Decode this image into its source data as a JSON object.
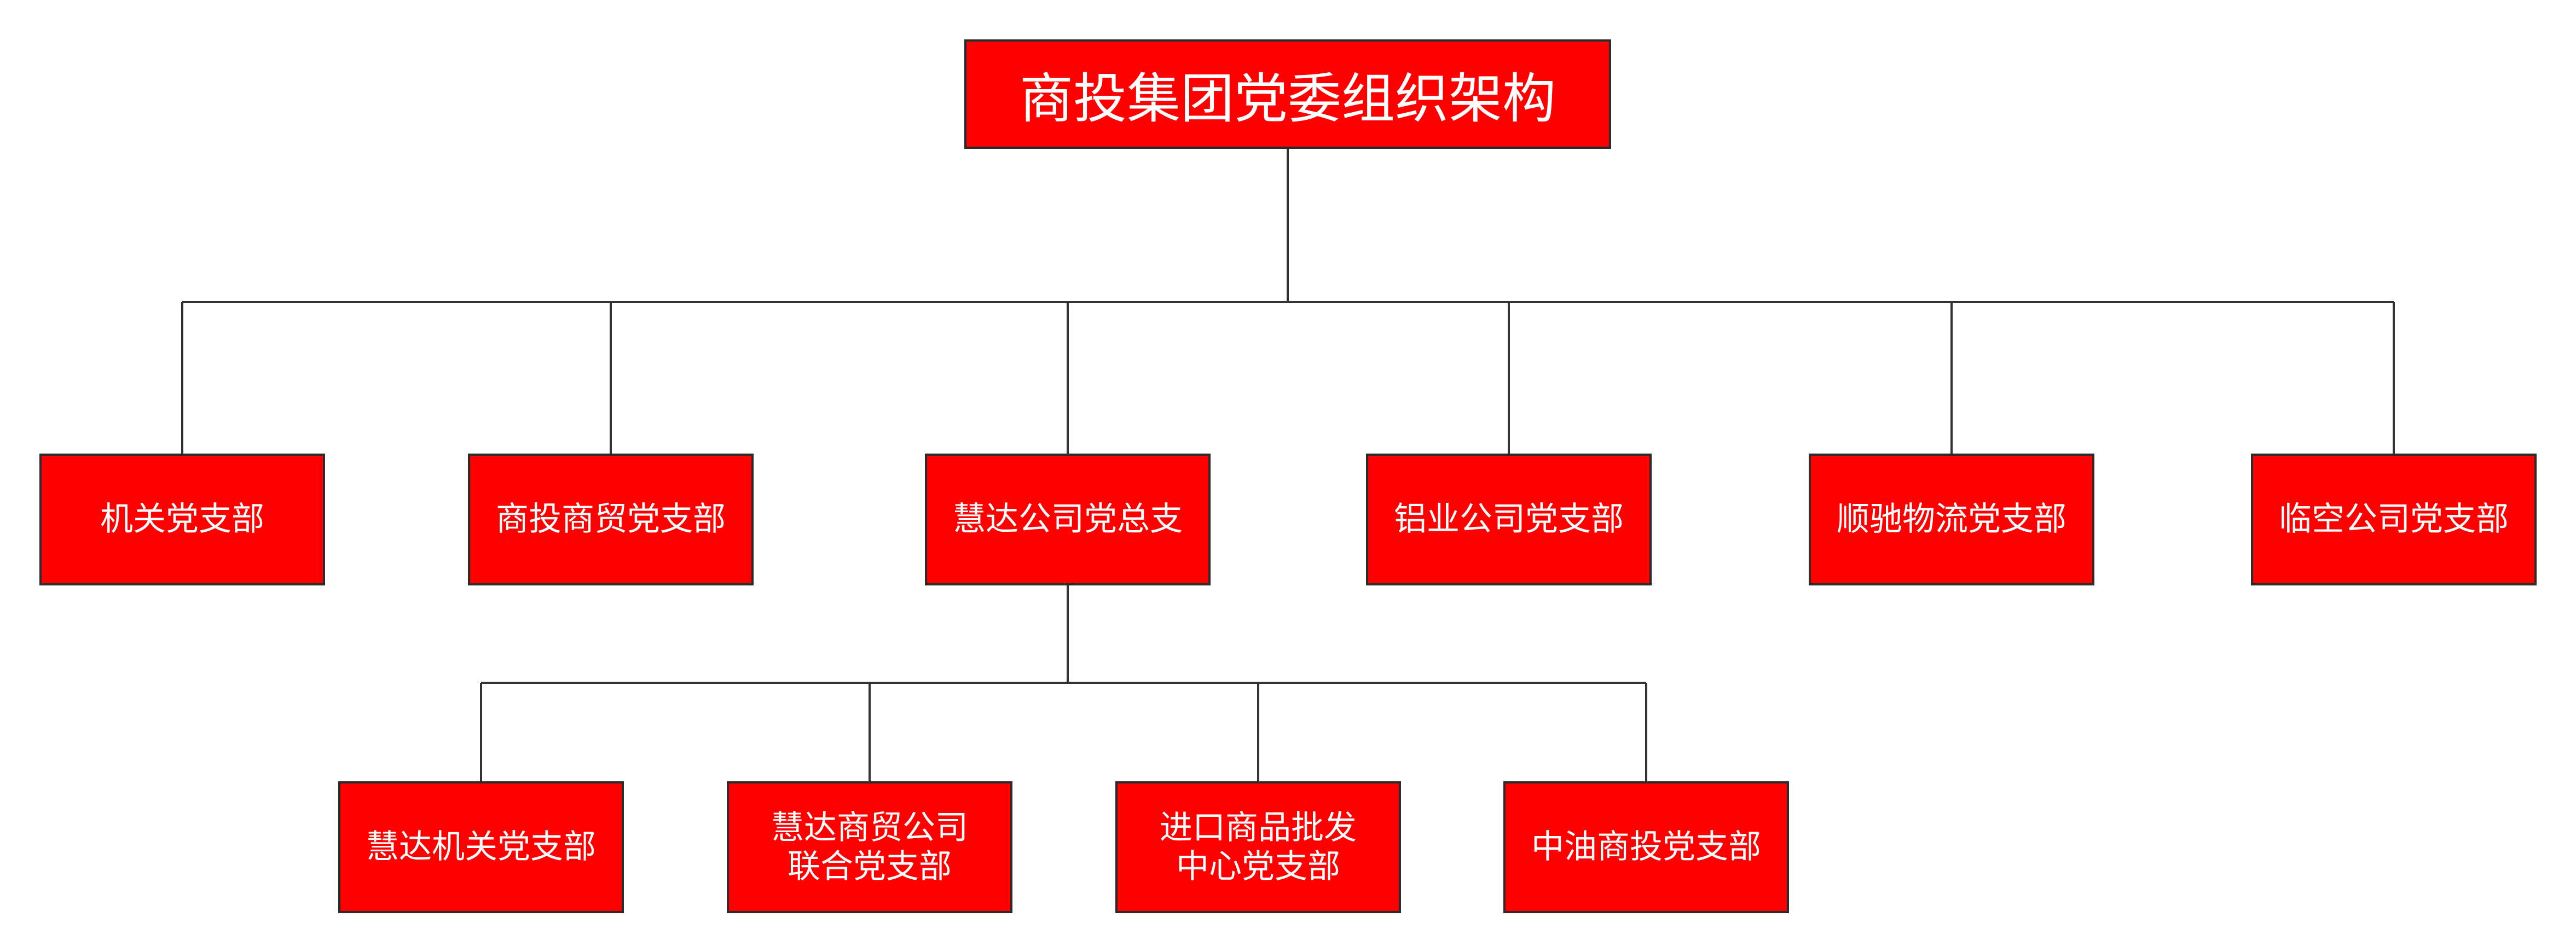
{
  "chart": {
    "root": "商投集团党委组织架构",
    "level1": [
      {
        "label": "机关党支部"
      },
      {
        "label": "商投商贸党支部"
      },
      {
        "label": "慧达公司党总支"
      },
      {
        "label": "铝业公司党支部"
      },
      {
        "label": "顺驰物流党支部"
      },
      {
        "label": "临空公司党支部"
      }
    ],
    "level2": [
      {
        "label": "慧达机关党支部"
      },
      {
        "label": "慧达商贸公司\n联合党支部"
      },
      {
        "label": "进口商品批发\n中心党支部"
      },
      {
        "label": "中油商投党支部"
      }
    ]
  },
  "colors": {
    "node_fill": "#ff0000",
    "node_border": "#2b2b2b",
    "node_text": "#ffffff",
    "connector": "#333333"
  }
}
